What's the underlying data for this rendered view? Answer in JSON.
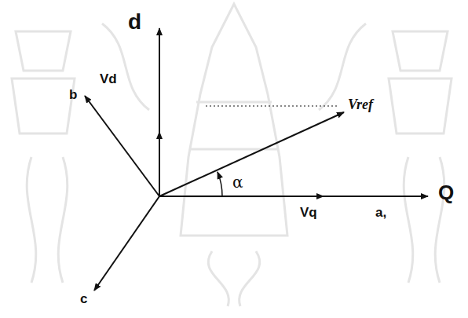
{
  "diagram": {
    "labels": [
      "d",
      "Vd",
      "b",
      "Vref",
      "α",
      "Vq",
      "a,",
      "Q",
      "c"
    ]
  }
}
